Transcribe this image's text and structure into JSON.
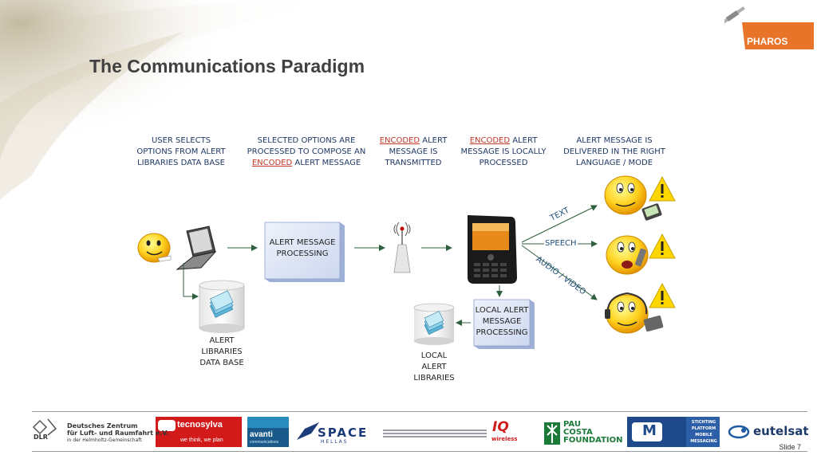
{
  "page": {
    "title": "The Communications Paradigm",
    "slide_label": "Slide 7"
  },
  "brand": {
    "pharos": "PHAROS"
  },
  "headers": {
    "h1": {
      "line1": "USER SELECTS",
      "line2": "OPTIONS FROM ALERT",
      "line3": "LIBRARIES DATA BASE"
    },
    "h2": {
      "line1": "SELECTED OPTIONS ARE",
      "line2": "PROCESSED TO COMPOSE AN",
      "enc": "ENCODED",
      "rest": " ALERT MESSAGE"
    },
    "h3": {
      "enc": "ENCODED",
      "rest": " ALERT",
      "line2": "MESSAGE IS",
      "line3": "TRANSMITTED"
    },
    "h4": {
      "enc": "ENCODED",
      "rest": " ALERT",
      "line2": "MESSAGE IS LOCALLY",
      "line3": "PROCESSED"
    },
    "h5": {
      "line1": "ALERT MESSAGE IS",
      "line2": "DELIVERED IN THE RIGHT",
      "line3": "LANGUAGE / MODE"
    }
  },
  "nodes": {
    "processing": {
      "line1": "ALERT MESSAGE",
      "line2": "PROCESSING"
    },
    "local_processing": {
      "line1": "LOCAL ALERT",
      "line2": "MESSAGE",
      "line3": "PROCESSING"
    },
    "alert_db": {
      "line1": "ALERT",
      "line2": "LIBRARIES",
      "line3": "DATA BASE"
    },
    "local_db": {
      "line1": "LOCAL",
      "line2": "ALERT",
      "line3": "LIBRARIES"
    }
  },
  "delivery_modes": {
    "text": "TEXT",
    "speech": "SPEECH",
    "audio_video": "AUDIO / VIDEO"
  },
  "footer_logos": {
    "dlr_abbr": "DLR",
    "dlr_line1": "Deutsches Zentrum",
    "dlr_line2": "für Luft- und Raumfahrt e.V.",
    "dlr_line3": "in der Helmholtz-Gemeinschaft",
    "tecnosylva": "tecnosylva",
    "tecnosylva_tag": "we think, we plan",
    "avanti": "avanti",
    "avanti_tag": "communications",
    "space": "SPACE",
    "space_tag": "H E L L A S",
    "iq": "IQ",
    "iq_tag": "wireless",
    "pau_line1": "PAU",
    "pau_line2": "COSTA",
    "pau_line3": "FOUNDATION",
    "stichting_m": "M",
    "stichting_line1": "STICHTING",
    "stichting_line2": "PLATFORM",
    "stichting_line3": "MOBILE",
    "stichting_line4": "MESSAGING",
    "eutelsat": "eutelsat"
  },
  "colors": {
    "accent": "#e8742a",
    "header_text": "#1f3864",
    "encoded": "#c0392b",
    "arrow": "#2e5f3c",
    "box_fill": "#dce4f4"
  }
}
